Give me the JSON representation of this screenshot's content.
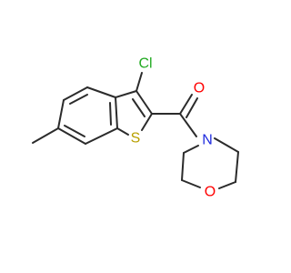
{
  "molecule": {
    "atoms": {
      "chlorine": "Cl",
      "sulfur": "S",
      "carbonyl_oxygen": "O",
      "amide_nitrogen": "N",
      "morpholine_oxygen": "O"
    }
  },
  "colors": {
    "bond": "#2b2b2b",
    "chlorine": "#22aa22",
    "sulfur": "#b8a000",
    "oxygen": "#ff0000",
    "nitrogen": "#1f2bdf",
    "background": "#ffffff"
  }
}
